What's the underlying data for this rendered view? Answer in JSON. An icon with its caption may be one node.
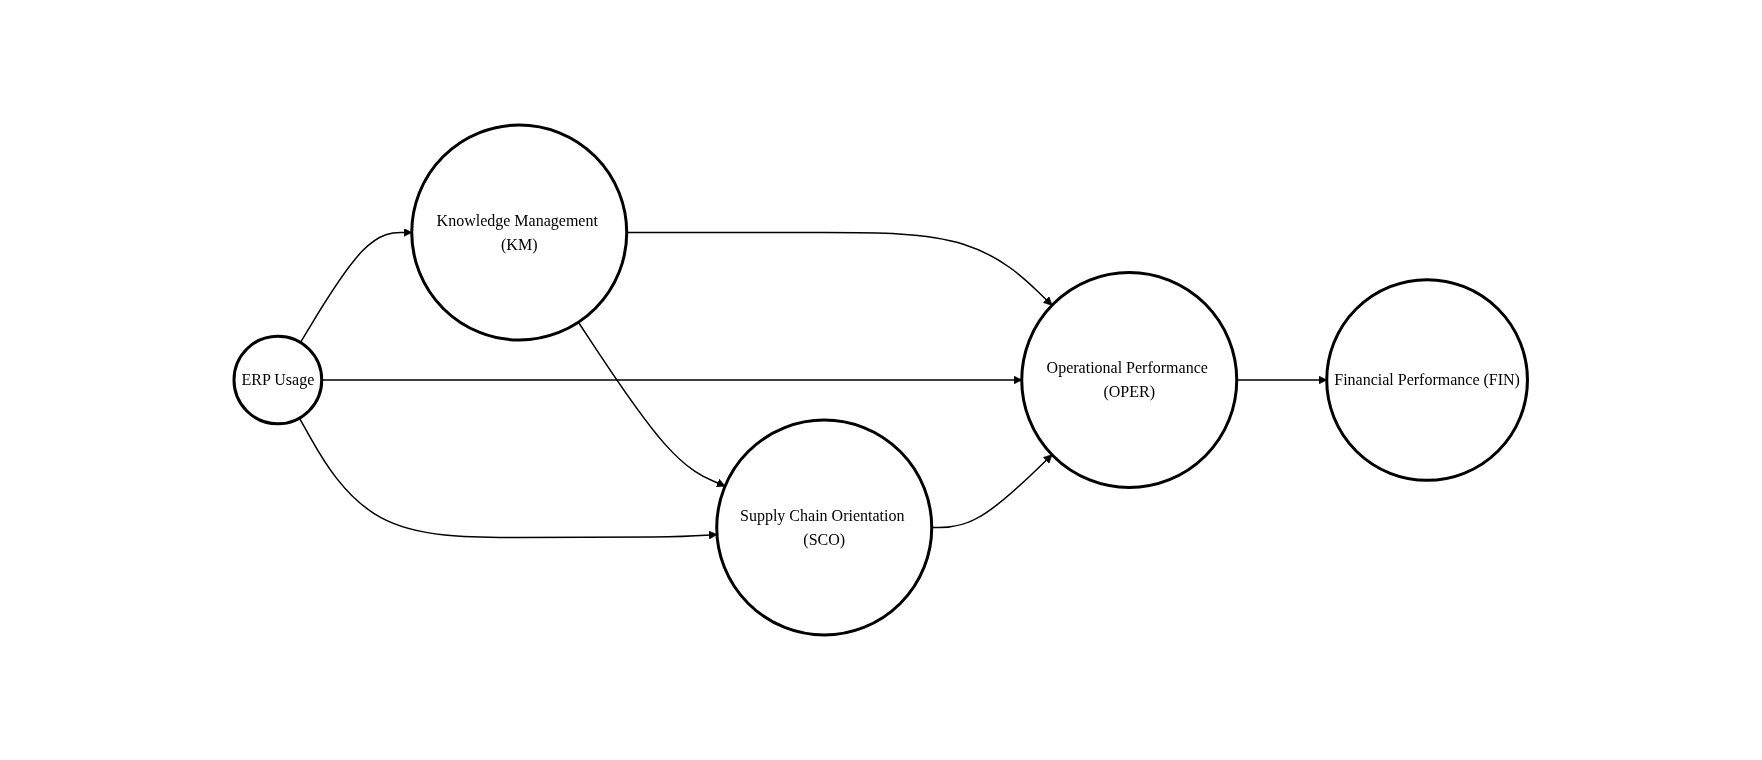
{
  "diagram": {
    "nodes": [
      {
        "text": [
          "Knowledge Management (KM)"
        ]
      },
      {
        "text": [
          "ERP Usage"
        ]
      },
      {
        "text": [
          "Supply Chain Orientation (SCO)"
        ]
      },
      {
        "text": [
          "Operational Performance (OPER)"
        ]
      },
      {
        "text": [
          "Financial Performance (FIN)"
        ]
      }
    ],
    "edges": [
      {
        "from": 1,
        "to": 0,
        "arrow": "to"
      },
      {
        "from": 0,
        "to": 2,
        "arrow": "to"
      },
      {
        "from": 0,
        "to": 3,
        "arrow": "to"
      },
      {
        "from": 1,
        "to": 2,
        "arrow": "to"
      },
      {
        "from": 1,
        "to": 3,
        "arrow": "to"
      },
      {
        "from": 2,
        "to": 3,
        "arrow": "to"
      },
      {
        "from": 3,
        "to": 4,
        "arrow": "to"
      }
    ]
  }
}
